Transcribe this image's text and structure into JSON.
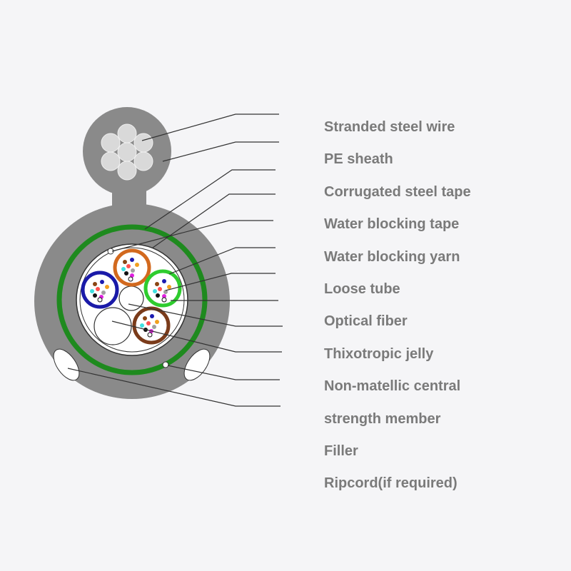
{
  "labels": [
    "Stranded steel wire",
    "PE sheath",
    "Corrugated steel tape",
    "Water blocking tape",
    "Water blocking yarn",
    "Loose tube",
    "Optical fiber",
    "Thixotropic jelly",
    "Non-matellic central",
    "strength member",
    "Filler",
    "Ripcord(if required)"
  ],
  "colors": {
    "sheath": "#8a8a8a",
    "steel_wire": "#d9d9d9",
    "corrugated_tape": "#1e8a1e",
    "tube_orange": "#d2691e",
    "tube_green": "#2ecc2e",
    "tube_blue": "#1a1aa8",
    "tube_brown": "#7a3b1a",
    "label_text": "#7a7a7a",
    "leader_line": "#333333"
  }
}
